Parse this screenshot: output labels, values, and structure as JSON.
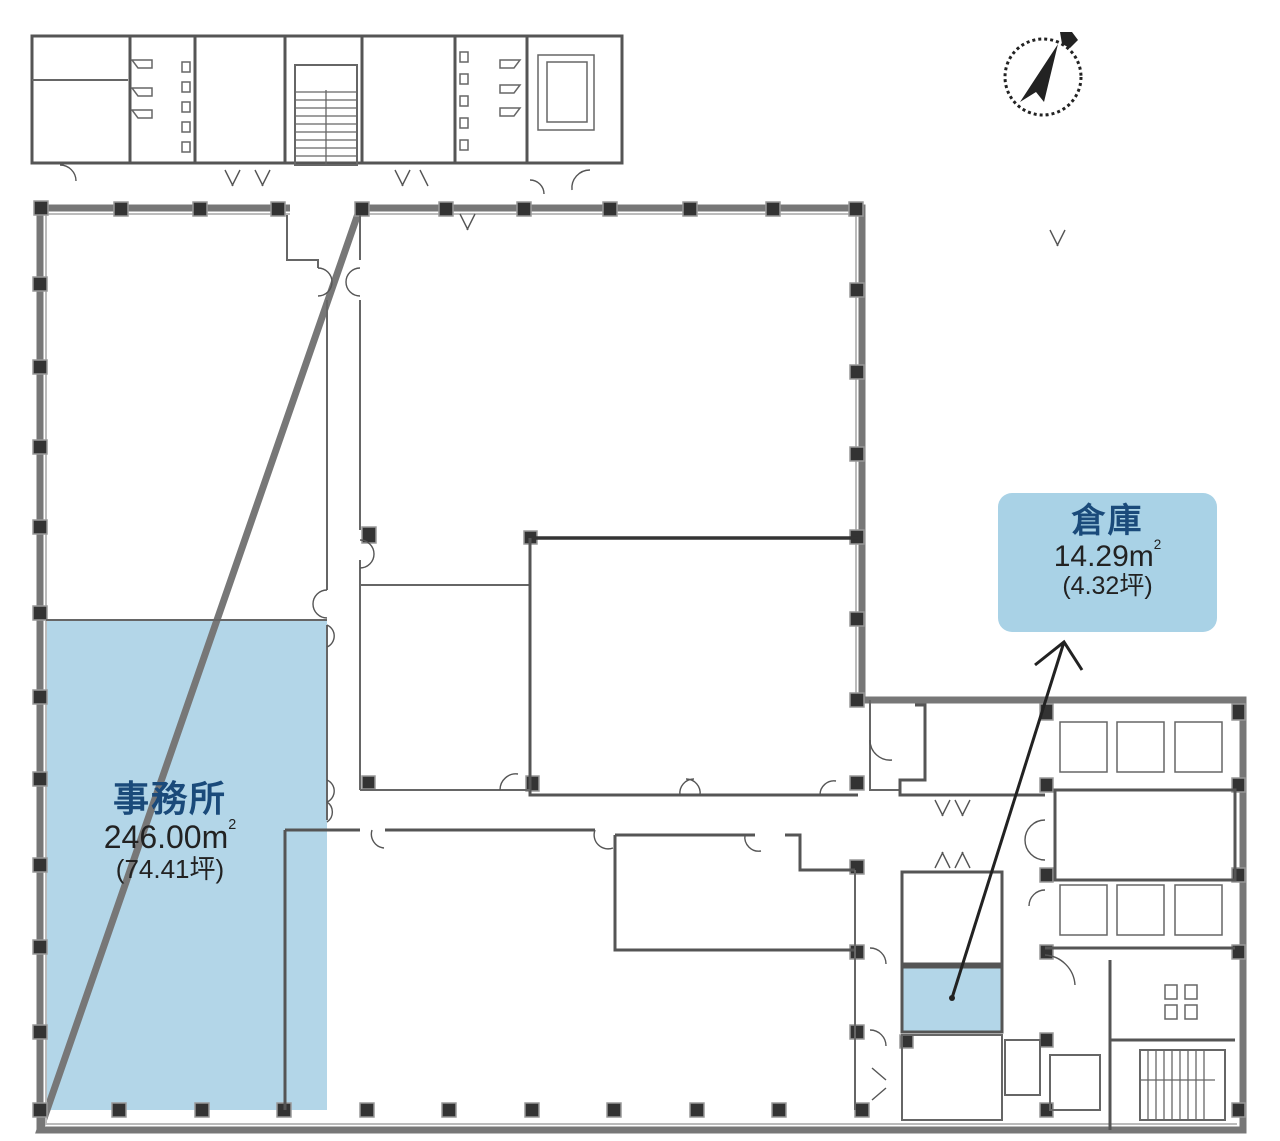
{
  "floor_plan": {
    "highlight_color": "#b3d6e8",
    "label_color": "#1a4a7a",
    "compass": {
      "icon": "north-arrow-compass"
    },
    "areas": [
      {
        "id": "office",
        "name": "事務所",
        "area_sqm": "246.00m",
        "area_unit_sup": "2",
        "area_tsubo": "(74.41坪)"
      },
      {
        "id": "storage",
        "name": "倉庫",
        "area_sqm": "14.29m",
        "area_unit_sup": "2",
        "area_tsubo": "(4.32坪)"
      }
    ]
  }
}
